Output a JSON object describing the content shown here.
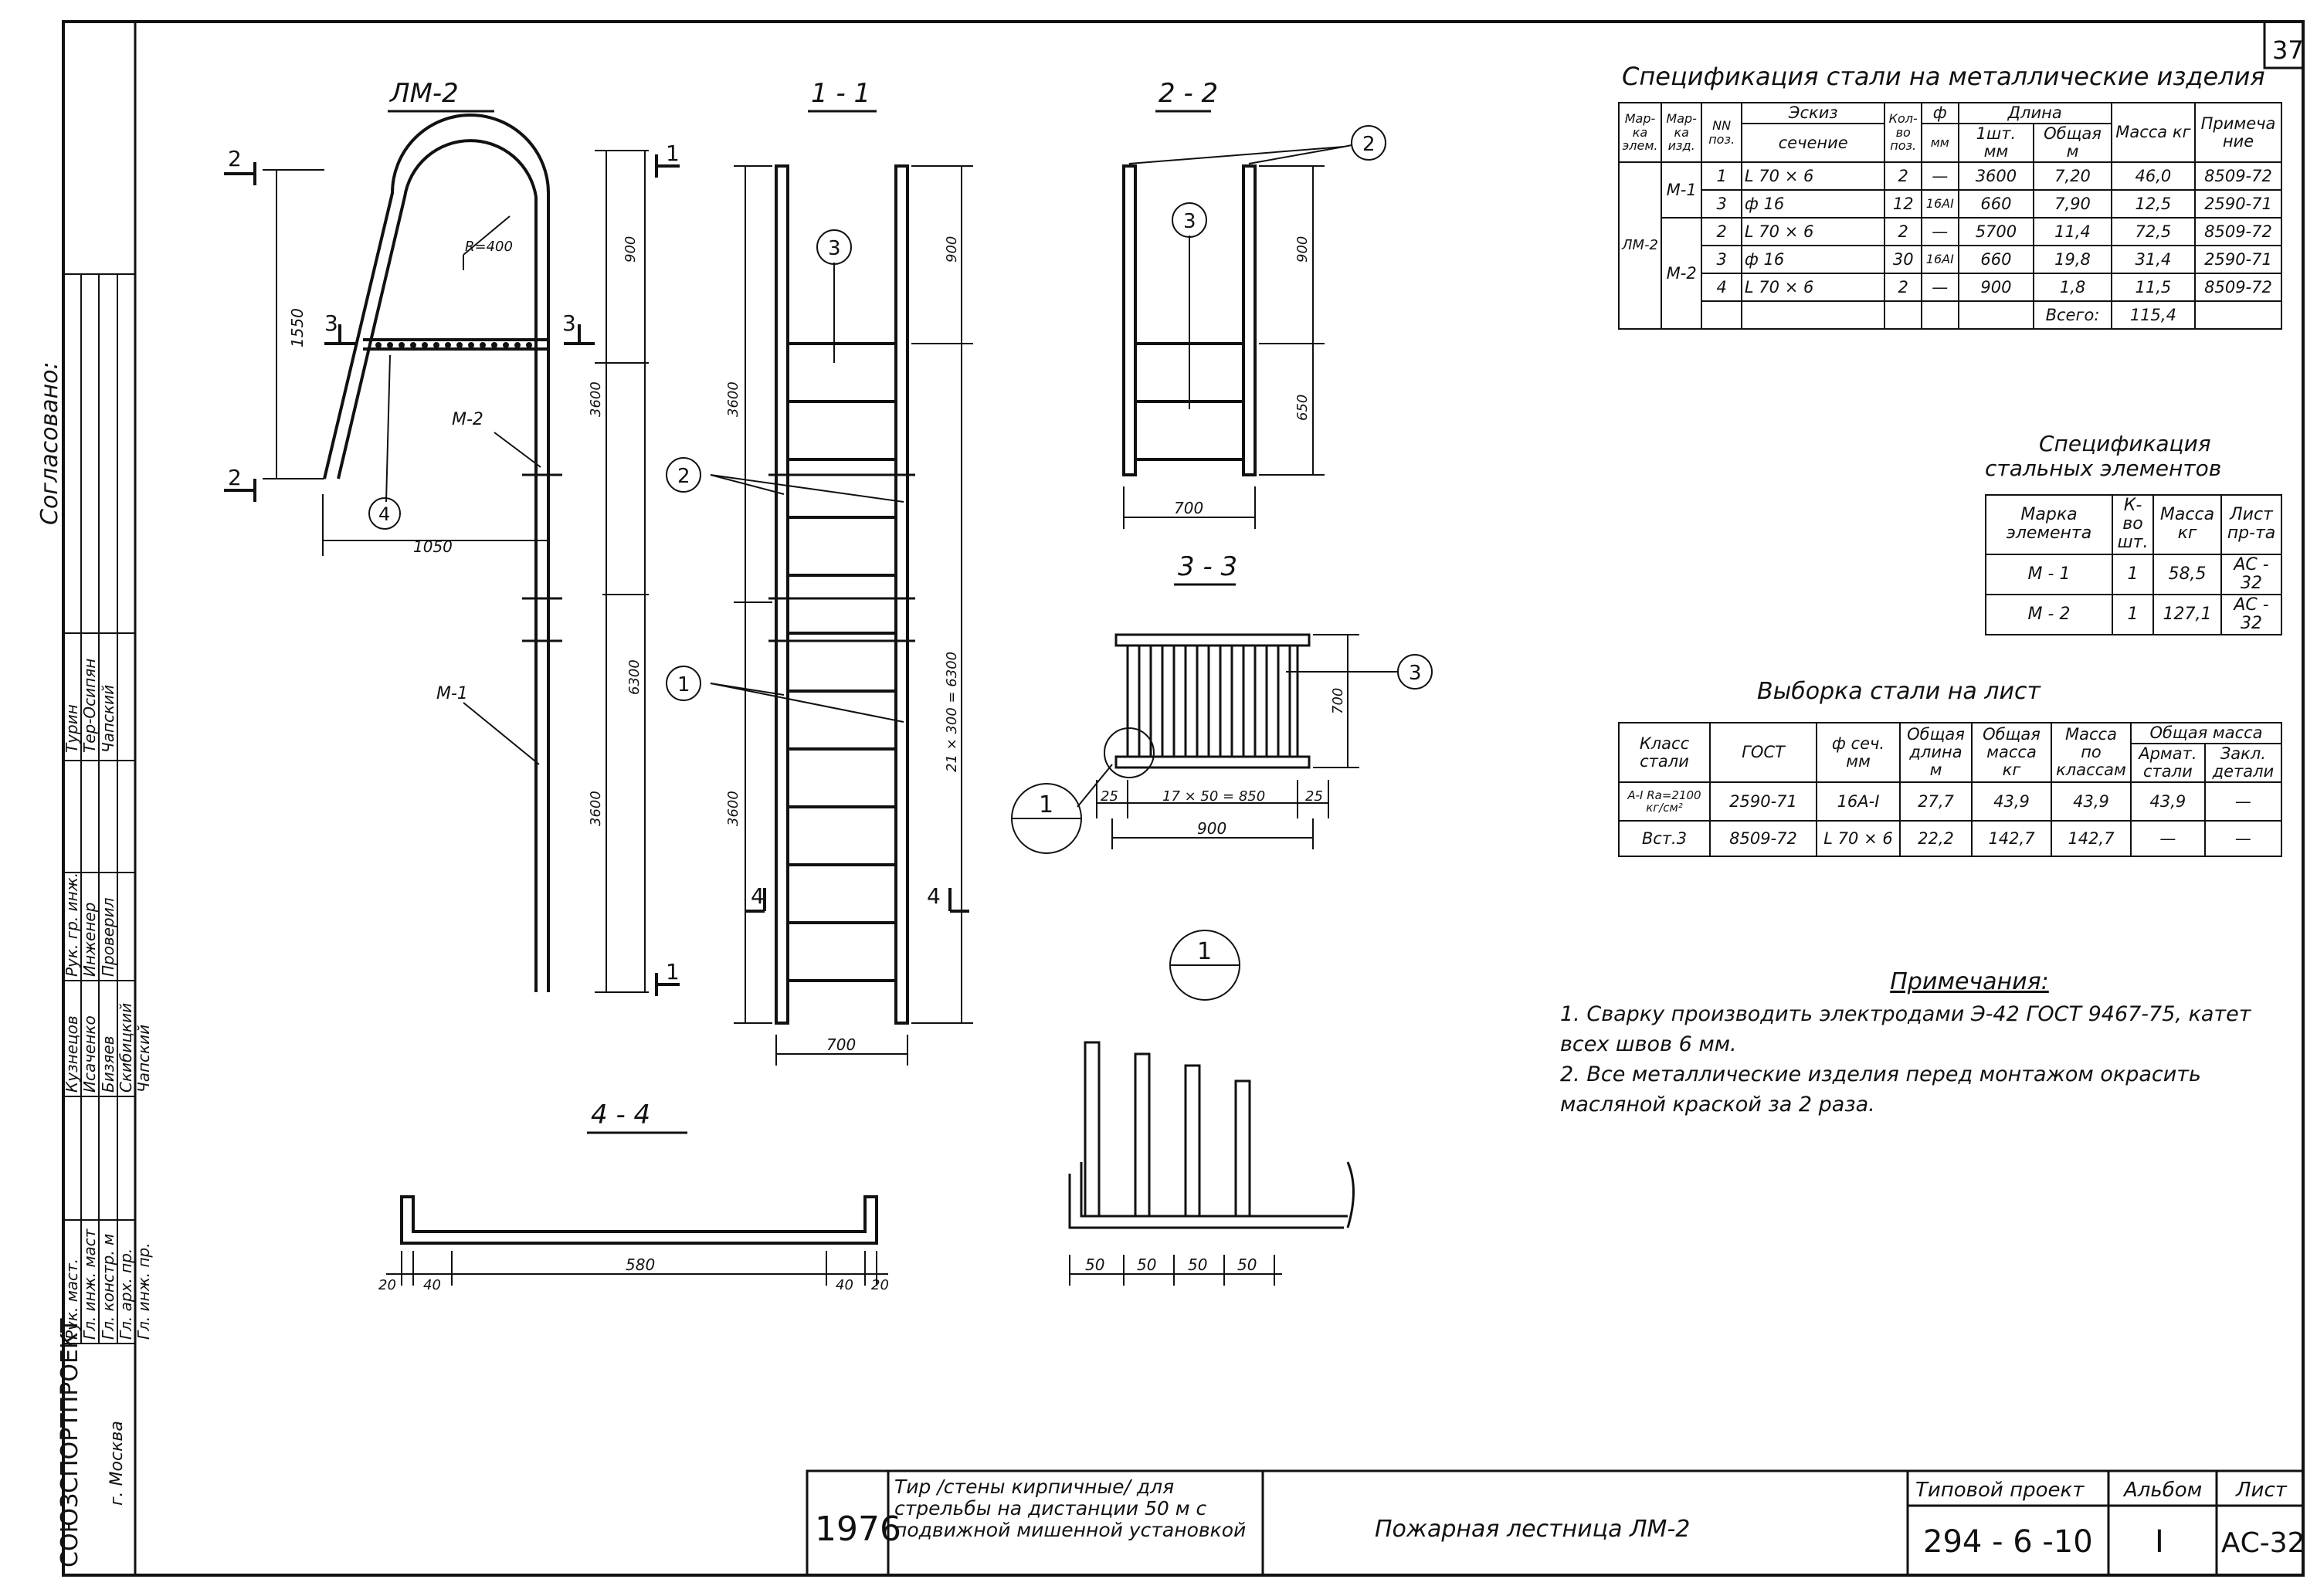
{
  "sheet_number": "37",
  "views": {
    "lm2": {
      "title": "ЛМ-2",
      "dims": {
        "width": "1050",
        "arc_height": "1550",
        "radius": "R=400",
        "upper": "3600",
        "lower": "3600",
        "h900": "900",
        "total": "6300"
      },
      "sections": {
        "s1": "1",
        "s2": "2",
        "s3": "3"
      },
      "labels": {
        "m1": "М-1",
        "m2": "М-2",
        "pos4": "4"
      }
    },
    "s11": {
      "title": "1 - 1",
      "dims": {
        "upper": "3600",
        "lower": "3600",
        "top": "900",
        "rungs": "21 × 300 = 6300",
        "width": "700"
      },
      "callouts": {
        "c1": "1",
        "c2": "2",
        "c3": "3"
      },
      "section4": "4"
    },
    "s22": {
      "title": "2 - 2",
      "dims": {
        "upper": "900",
        "lower": "650",
        "width": "700"
      },
      "callouts": {
        "c2": "2",
        "c3": "3"
      }
    },
    "s33": {
      "title": "3 - 3",
      "dims": {
        "height": "700",
        "left": "25",
        "mid": "17 × 50 = 850",
        "right": "25",
        "total": "900"
      },
      "callouts": {
        "c3": "3",
        "node": "1"
      }
    },
    "s44": {
      "title": "4 - 4",
      "dims": {
        "a": "20",
        "b": "40",
        "c": "580",
        "d": "40",
        "e": "20"
      }
    },
    "node1": {
      "title": "1",
      "dims": [
        "50",
        "50",
        "50",
        "50"
      ]
    }
  },
  "spec_steel": {
    "title": "Спецификация стали на металлические изделия",
    "header": {
      "mark_el": "Мар-ка элем.",
      "mark_izd": "Мар-ка изд.",
      "nn": "NN поз.",
      "sketch": "Эскиз",
      "section": "сечение",
      "qty": "Кол-во поз.",
      "phi": "ф",
      "mm": "мм",
      "length": "Длина",
      "len1": "1шт. мм",
      "len_total": "Общая м",
      "mass": "Масса кг",
      "note": "Примеча ние"
    },
    "lm": "ЛМ-2",
    "m1": "М-1",
    "m2": "М-2",
    "rows": [
      [
        "1",
        "L 70 × 6",
        "2",
        "—",
        "3600",
        "7,20",
        "46,0",
        "8509-72"
      ],
      [
        "3",
        "ф 16",
        "12",
        "16АI",
        "660",
        "7,90",
        "12,5",
        "2590-71"
      ],
      [
        "2",
        "L 70 × 6",
        "2",
        "—",
        "5700",
        "11,4",
        "72,5",
        "8509-72"
      ],
      [
        "3",
        "ф 16",
        "30",
        "16АI",
        "660",
        "19,8",
        "31,4",
        "2590-71"
      ],
      [
        "4",
        "L 70 × 6",
        "2",
        "—",
        "900",
        "1,8",
        "11,5",
        "8509-72"
      ]
    ],
    "total_label": "Всего:",
    "total_value": "115,4"
  },
  "spec_elements": {
    "title1": "Спецификация",
    "title2": "стальных элементов",
    "header": [
      "Марка элемента",
      "К-во шт.",
      "Масса кг",
      "Лист пр-та"
    ],
    "rows": [
      [
        "М - 1",
        "1",
        "58,5",
        "АС - 32"
      ],
      [
        "М - 2",
        "1",
        "127,1",
        "АС - 32"
      ]
    ]
  },
  "steel_sample": {
    "title": "Выборка стали на лист",
    "header": {
      "class": "Класс стали",
      "gost": "ГОСТ",
      "phi": "ф сеч. мм",
      "len": "Общая длина м",
      "mass": "Общая масса кг",
      "by_class": "Масса по классам",
      "total_mass": "Общая масса",
      "arm": "Армат. стали",
      "emb": "Закл. детали"
    },
    "rows": [
      [
        "А-I Rа=2100 кг/см²",
        "2590-71",
        "16А-I",
        "27,7",
        "43,9",
        "43,9",
        "43,9",
        "—"
      ],
      [
        "Вст.3",
        "8509-72",
        "L 70 × 6",
        "22,2",
        "142,7",
        "142,7",
        "—",
        "—"
      ]
    ]
  },
  "notes": {
    "title": "Примечания:",
    "items": [
      "1. Сварку производить электродами Э-42 ГОСТ 9467-75, катет всех швов 6 мм.",
      "2. Все металлические изделия перед монтажом окрасить масляной краской за 2 раза."
    ]
  },
  "side_stamp": {
    "agreed": "Согласовано:",
    "org": "СОЮЗСПОРТПРОЕКТ",
    "city": "г. Москва",
    "roles": [
      "Рук. маст.",
      "Гл. инж. маст",
      "Гл. констр. м",
      "Гл. арх. пр.",
      "Гл. инж. пр."
    ],
    "names": [
      "Кузнецов",
      "Исаченко",
      "Бизяев",
      "Скибицкий",
      "Чапский"
    ],
    "roles2": [
      "Рук. гр. инж.",
      "Инженер",
      "Проверил"
    ],
    "names2": [
      "Турин",
      "Тер-Осипян",
      "Чапский"
    ]
  },
  "title_block": {
    "year": "1976",
    "project_desc": "Тир /стены кирпичные/ для стрельбы на дистанции 50 м с подвижной мишенной установкой",
    "drawing_name": "Пожарная лестница ЛМ-2",
    "type_project_label": "Типовой проект",
    "type_project": "294 - 6 -10",
    "album_label": "Альбом",
    "album": "I",
    "sheet_label": "Лист",
    "sheet": "АС-32"
  }
}
